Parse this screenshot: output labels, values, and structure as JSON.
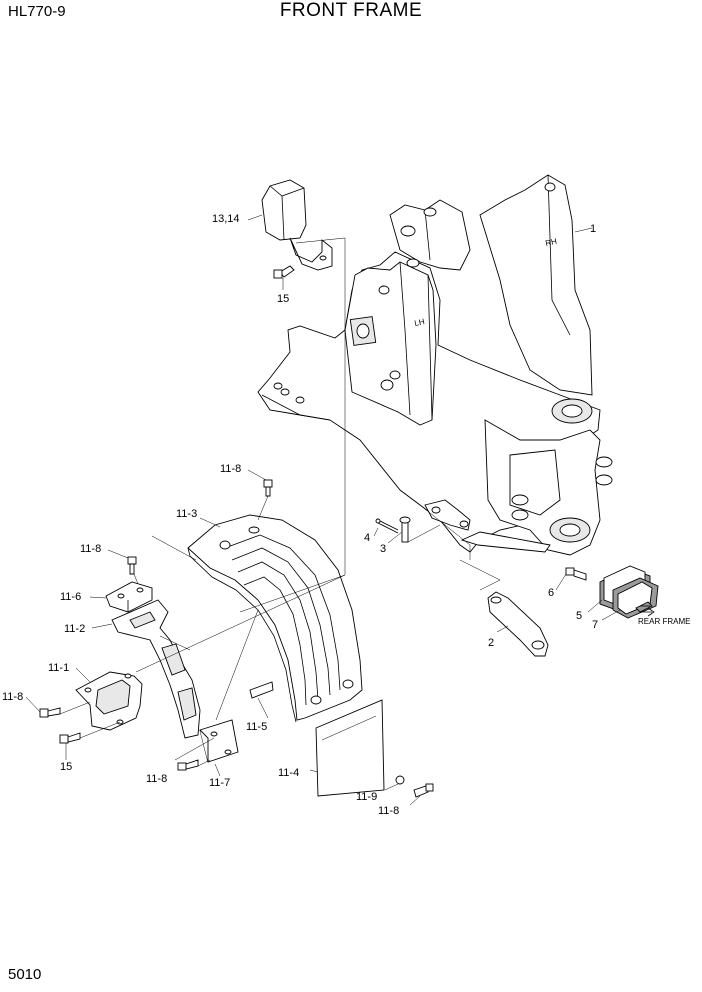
{
  "header": {
    "model": "HL770-9",
    "title": "FRONT FRAME"
  },
  "footer": {
    "page": "5010"
  },
  "callouts": {
    "c1": "1",
    "c2": "2",
    "c3": "3",
    "c4": "4",
    "c5": "5",
    "c6": "6",
    "c7": "7",
    "c13_14": "13,14",
    "c15a": "15",
    "c15b": "15",
    "c11_1": "11-1",
    "c11_2": "11-2",
    "c11_3": "11-3",
    "c11_4": "11-4",
    "c11_5": "11-5",
    "c11_6": "11-6",
    "c11_7": "11-7",
    "c11_8a": "11-8",
    "c11_8b": "11-8",
    "c11_8c": "11-8",
    "c11_8d": "11-8",
    "c11_8e": "11-8",
    "c11_9": "11-9",
    "rear_frame": "REAR FRAME"
  },
  "frame_marks": {
    "lh": "LH",
    "rh": "RH"
  }
}
